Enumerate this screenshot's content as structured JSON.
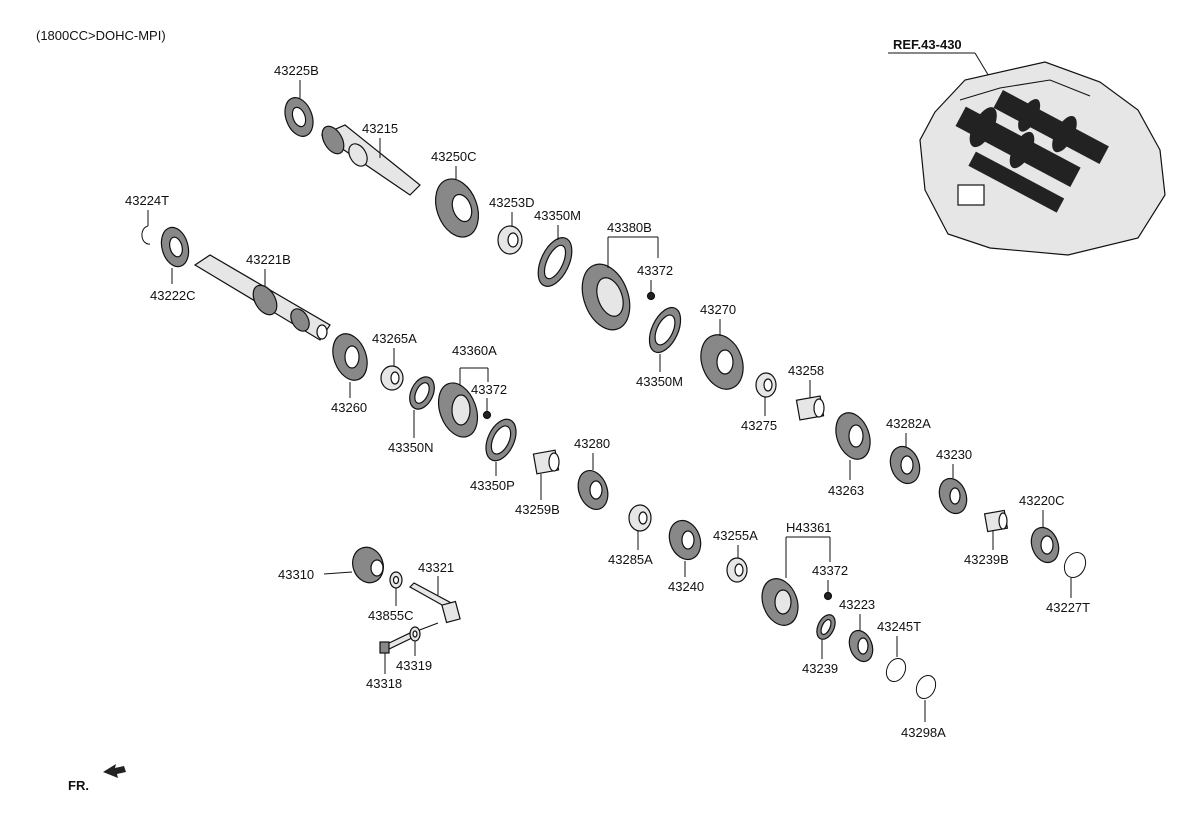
{
  "header": {
    "engine_note": "(1800CC>DOHC-MPI)"
  },
  "reference": {
    "label": "REF.43-430"
  },
  "front_marker": {
    "label": "FR."
  },
  "labels": {
    "p43225B": "43225B",
    "p43215": "43215",
    "p43250C": "43250C",
    "p43253D": "43253D",
    "p43350M_a": "43350M",
    "p43380B": "43380B",
    "p43372_a": "43372",
    "p43224T": "43224T",
    "p43221B": "43221B",
    "p43222C": "43222C",
    "p43265A": "43265A",
    "p43360A": "43360A",
    "p43372_b": "43372",
    "p43260": "43260",
    "p43350N": "43350N",
    "p43350P": "43350P",
    "p43350M_b": "43350M",
    "p43270": "43270",
    "p43258": "43258",
    "p43275": "43275",
    "p43282A": "43282A",
    "p43263": "43263",
    "p43230": "43230",
    "p43280": "43280",
    "p43259B": "43259B",
    "p43220C": "43220C",
    "p43239B": "43239B",
    "p43227T": "43227T",
    "p43285A": "43285A",
    "p43240": "43240",
    "p43255A": "43255A",
    "pH43361": "H43361",
    "p43372_c": "43372",
    "p43223": "43223",
    "p43239": "43239",
    "p43245T": "43245T",
    "p43298A": "43298A",
    "p43310": "43310",
    "p43321": "43321",
    "p43855C": "43855C",
    "p43319": "43319",
    "p43318": "43318"
  }
}
